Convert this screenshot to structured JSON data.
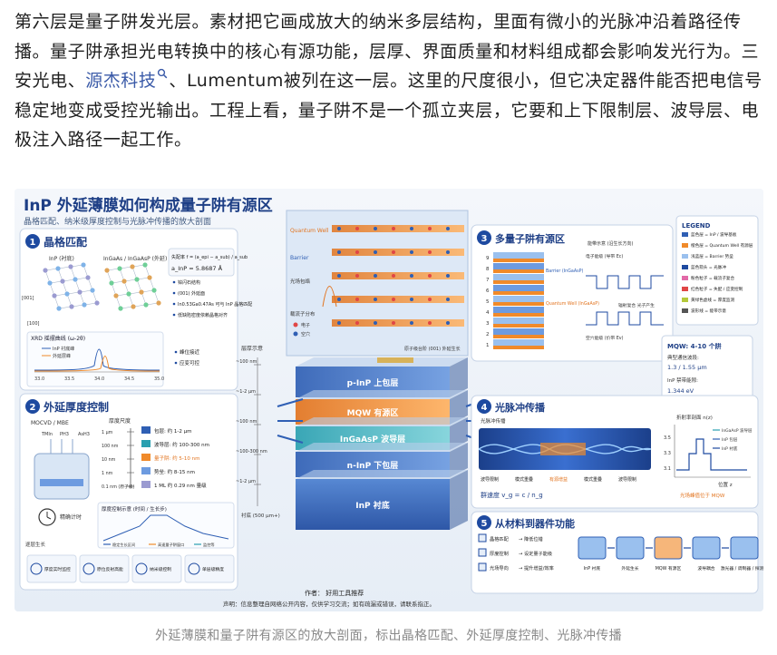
{
  "article": {
    "p1": "第六层是量子阱发光层。素材把它画成放大的纳米多层结构，里面有微小的光脉冲沿着路径传播。量子阱承担光电转换中的核心有源功能，层厚、界面质量和材料组成都会影响发光行为。三安光电、",
    "link_text": "源杰科技",
    "link_icon": "search-icon",
    "p2": "、Lumentum被列在这一层。这里的尺度很小，但它决定器件能否把电信号稳定地变成受控光输出。工程上看，量子阱不是一个孤立夹层，它要和上下限制层、波导层、电极注入路径一起工作。"
  },
  "figure": {
    "title": "InP 外延薄膜如何构成量子阱有源区",
    "subtitle": "晶格匹配、纳米级厚度控制与光脉冲传播的放大剖面",
    "s1": {
      "num": "1",
      "title": "晶格匹配",
      "lbl_inp": "InP (衬底)",
      "lbl_ingaas": "InGaAs / InGaAsP (外延)",
      "formula": "失配率 f = (a_epi − a_sub) / a_sub",
      "asub": "a_InP = 5.8687 Å",
      "dir1": "[001]",
      "dir2": "[100]",
      "bullets": [
        "锌闪石结构",
        "(001) 外延面",
        "In0.53Ga0.47As 可与 InP 晶格匹配",
        "低缺陷密度依赖晶格对齐"
      ],
      "xrd_title": "XRD 摇摆曲线 (ω-2θ)",
      "xrd_l1": "InP 衬底峰",
      "xrd_l2": "外延层峰",
      "xrd_ticks": [
        "33.0",
        "33.5",
        "34.0",
        "34.5",
        "35.0"
      ],
      "xrd_notes": [
        "峰位接近",
        "应变可控"
      ]
    },
    "s2": {
      "num": "2",
      "title": "外延厚度控制",
      "equip": "MOCVD / MBE",
      "precursors": [
        "TMIn",
        "PH3",
        "AsH3"
      ],
      "scale_title": "厚度尺度",
      "scale": [
        "1 μm",
        "100 nm",
        "10 nm",
        "1 nm",
        "0.1 nm (原子级)"
      ],
      "layers": [
        "包层: 约 1-2 μm",
        "波导层: 约 100-300 nm",
        "量子阱: 约 5-10 nm",
        "势垒: 约 8-15 nm",
        "1 ML 约 0.29 nm 量级"
      ],
      "timer": "精确计时",
      "growth": "逐层生长",
      "curve_title": "厚度控制示意 (时间 / 生长步)",
      "curve_legend": [
        "稳定生长区间",
        "高速量子阱窗口",
        "监控等"
      ],
      "icons": [
        "厚度实时监控",
        "原位反射高能",
        "纳米级控制",
        "单层级精度"
      ]
    },
    "center": {
      "qwell": "Quantum Well",
      "barrier": "Barrier",
      "osc": "光场包络",
      "carriers": "载流子分布",
      "electron": "电子",
      "hole": "空穴",
      "lattice": "原子级台阶 (001) 外延生长",
      "depth_title": "层厚示意",
      "depth": [
        "~100 nm",
        "~1-2 μm",
        "~100 nm",
        "~100-300 nm",
        "~1-2 μm"
      ],
      "substrate_depth": "衬底 (500 μm+)",
      "layers": [
        "p-InP 上包层",
        "MQW 有源区",
        "InGaAsP 波导层",
        "n-InP 下包层",
        "InP 衬底"
      ]
    },
    "s3": {
      "num": "3",
      "title": "多量子阱有源区",
      "band_title": "能带示意 (沿生长方向)",
      "e1": "电子能级 (导带 Ec)",
      "hv": "辐射复合 光子产生",
      "e2": "空穴能级 (价带 Ev)",
      "barrier": "Barrier (InGaAsP)",
      "qw": "Quantum Well (InGaAsP)",
      "well_nums": [
        "9",
        "8",
        "7",
        "6",
        "5",
        "4",
        "3",
        "2",
        "1"
      ]
    },
    "legend": {
      "title": "LEGEND",
      "items": [
        "蓝色层 = InP / 波导基板",
        "橙色层 = Quantum Well 有源层",
        "浅蓝层 = Barrier 势垒",
        "蓝色箭头 = 光脉冲",
        "粉色粒子 = 载流子复合",
        "红色粒子 = 失配 / 应变控制",
        "黄绿色虚线 = 厚度监测",
        "波形线 = 能带示意"
      ]
    },
    "mqw": {
      "t1": "MQW: 4-10 个阱",
      "t2": "典型通信波段:",
      "t3": "1.3 / 1.55 μm",
      "t4": "InP 禁带能隙:",
      "t5": "1.344 eV"
    },
    "s4": {
      "num": "4",
      "title": "光脉冲传播",
      "sub": "光脉冲传播",
      "labels": [
        "波导限制",
        "模式重叠",
        "有源增益",
        "模式重叠",
        "波导限制"
      ],
      "formula": "群速度 v_g = c / n_g",
      "chart_title": "折射率剖面 n(z)",
      "legend": [
        "InGaAsP 波导层",
        "InP 包层",
        "InP 衬底"
      ],
      "ticks": [
        "3.5",
        "3.3",
        "3.1"
      ],
      "xaxis": "位置 z",
      "note": "光场峰值位于 MQW"
    },
    "s5": {
      "num": "5",
      "title": "从材料到器件功能",
      "checks": [
        "晶格匹配",
        "降低位错",
        "厚度控制",
        "设定量子能级",
        "光场导向",
        "提升增益/效率"
      ],
      "flow": [
        "InP 衬底",
        "外延生长",
        "MQW 有源区",
        "波导耦合",
        "激光器 / 调制器 / 探测器"
      ]
    },
    "footer": {
      "author": "作者：  好用工具推荐",
      "disclaimer": "声明：信息整理自网络公开内容，仅供学习交流；如有疏漏或错误，请联系指正。"
    }
  },
  "caption": "外延薄膜和量子阱有源区的放大剖面，标出晶格匹配、外延厚度控制、光脉冲传播",
  "colors": {
    "accent": "#1e4aa0",
    "orange": "#f08a2a",
    "link": "#3a5aa8"
  }
}
